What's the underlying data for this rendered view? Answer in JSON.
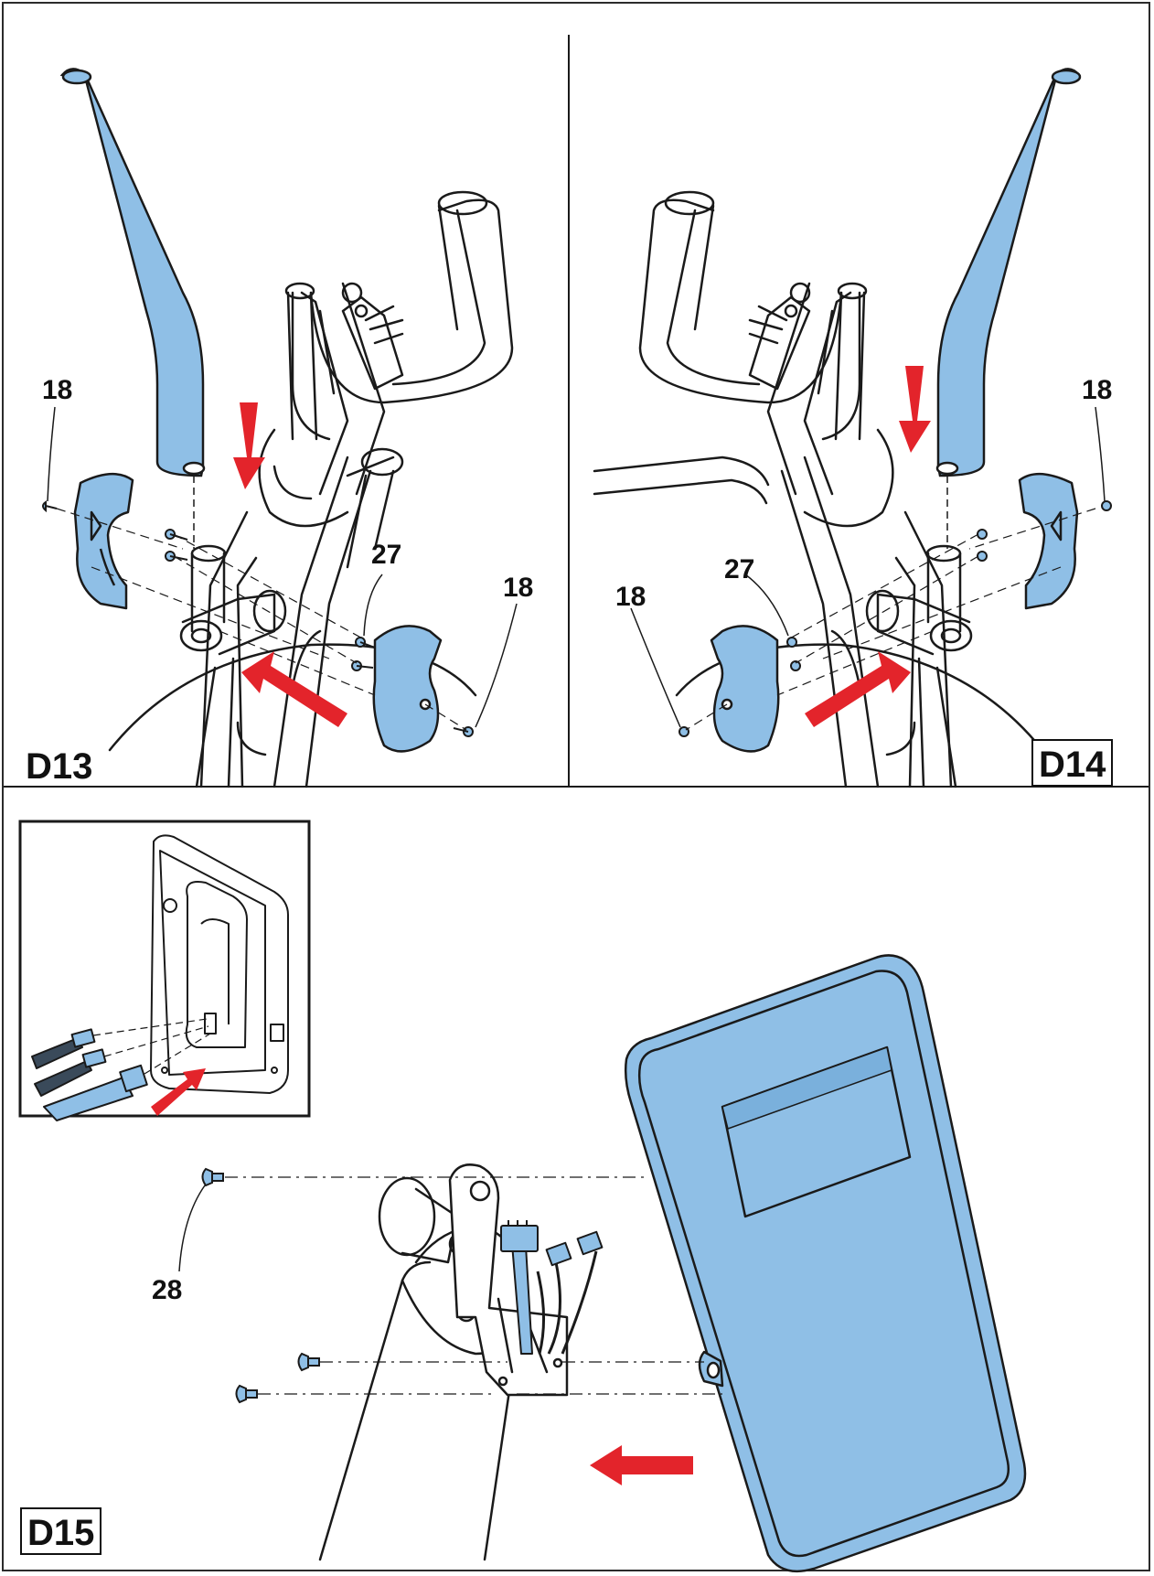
{
  "colors": {
    "part_blue": "#8fbfe6",
    "arrow_red": "#e3242b",
    "line": "#1a1a1a"
  },
  "steps": {
    "d13": "D13",
    "d14": "D14",
    "d15": "D15"
  },
  "callouts": {
    "d13_screw_left": "18",
    "d13_screw_right": "18",
    "d13_bolt": "27",
    "d14_screw_left": "18",
    "d14_screw_right": "18",
    "d14_bolt": "27",
    "d15_screw": "28"
  }
}
